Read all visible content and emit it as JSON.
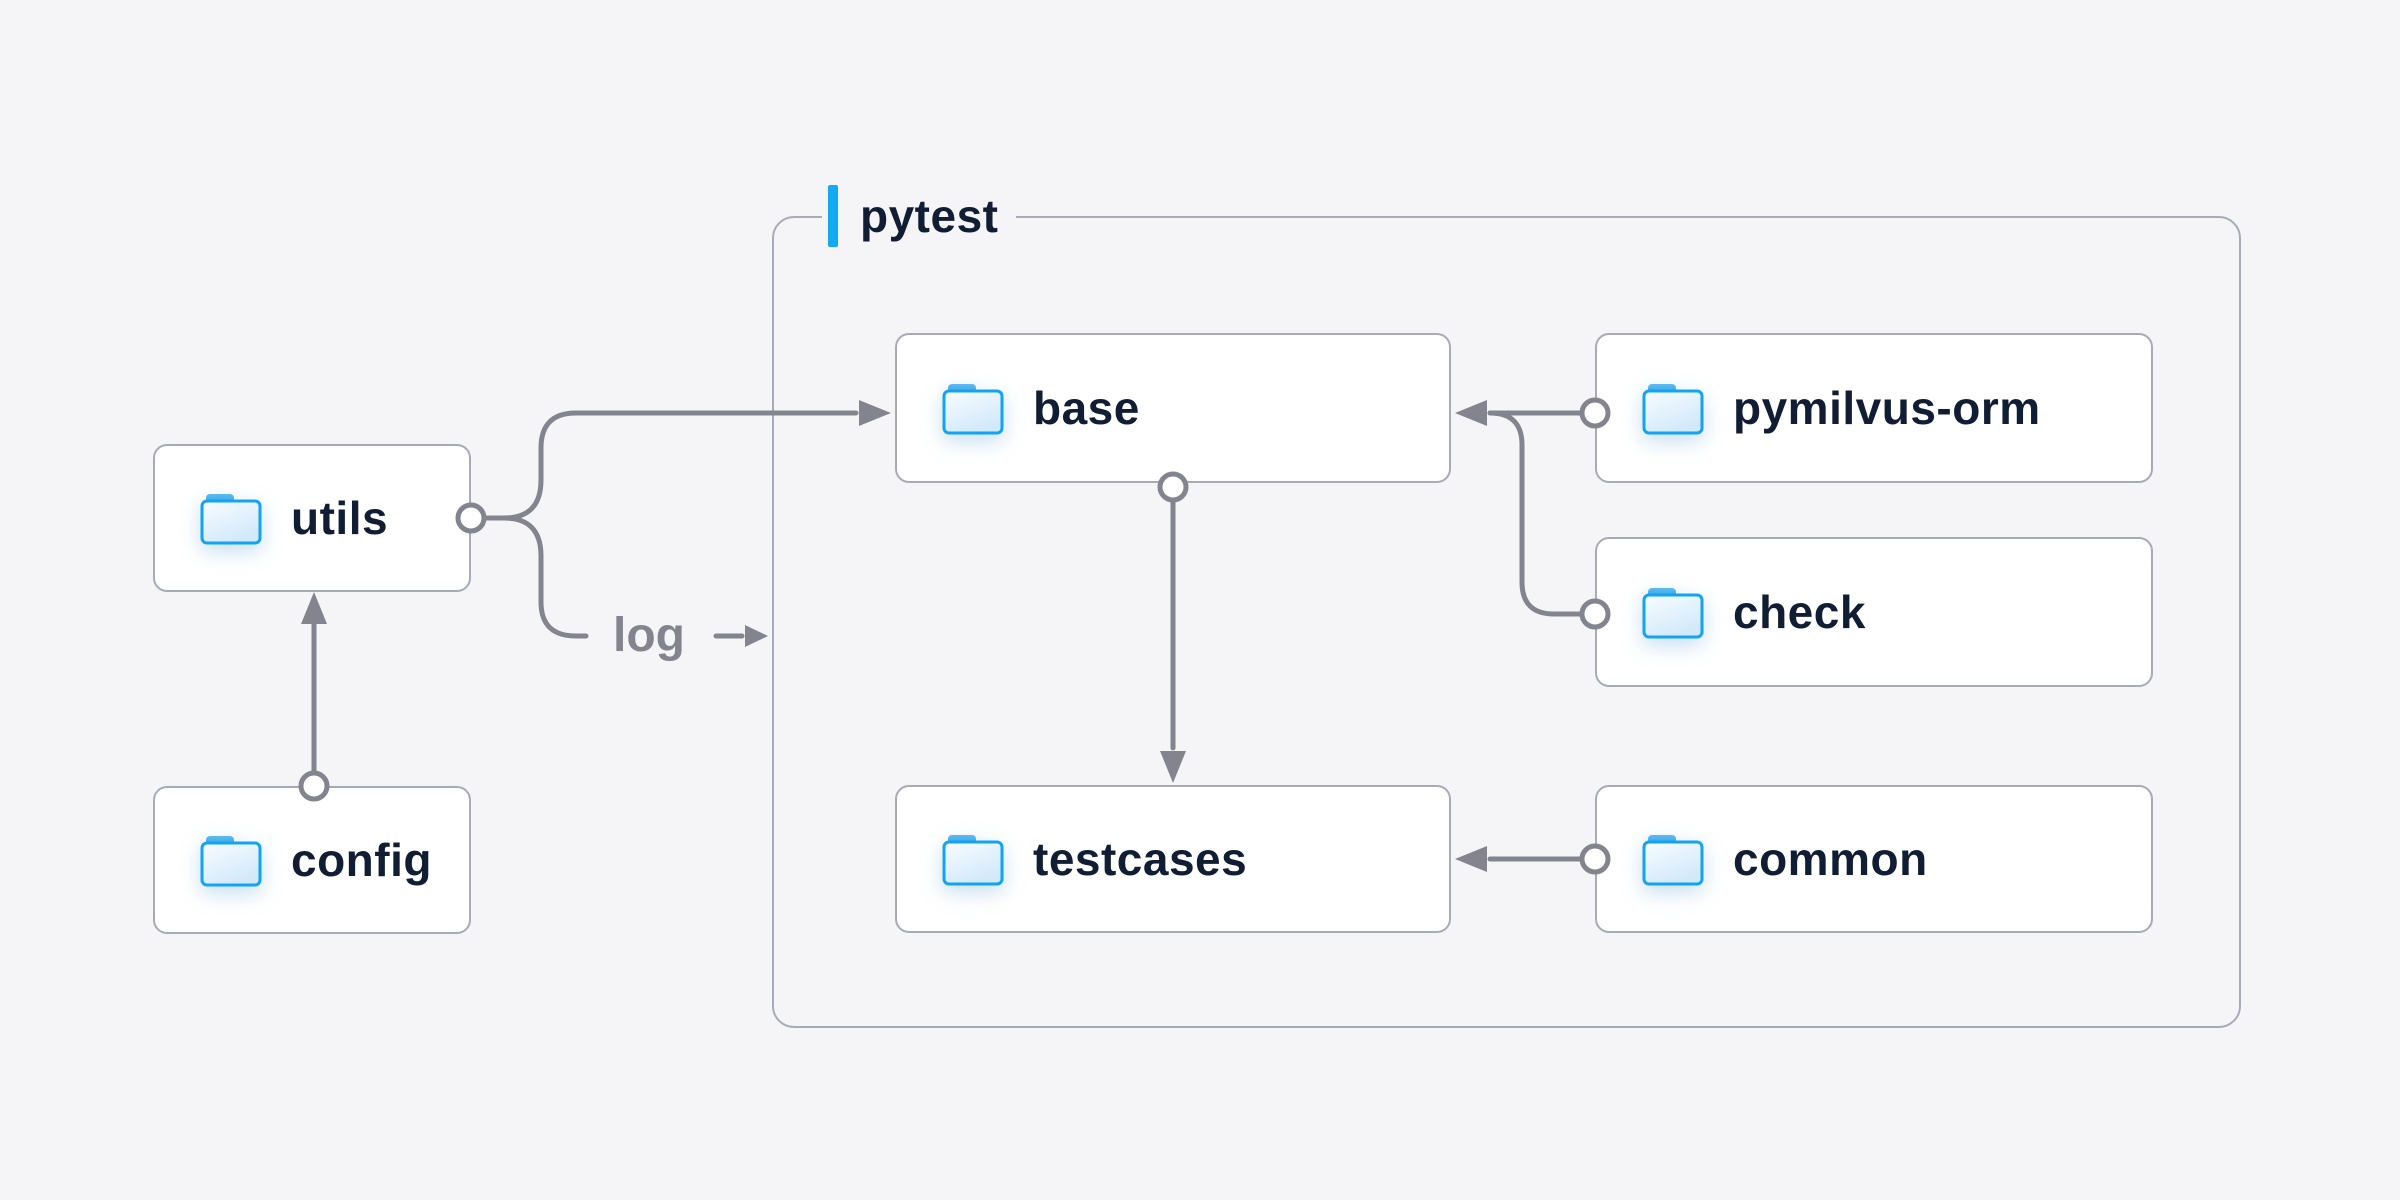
{
  "diagram": {
    "container": {
      "label": "pytest"
    },
    "log_label": "log",
    "nodes": {
      "utils": {
        "label": "utils"
      },
      "config": {
        "label": "config"
      },
      "base": {
        "label": "base"
      },
      "pymilvus-orm": {
        "label": "pymilvus-orm"
      },
      "check": {
        "label": "check"
      },
      "testcases": {
        "label": "testcases"
      },
      "common": {
        "label": "common"
      }
    },
    "edges": [
      {
        "from": "config",
        "to": "utils",
        "type": "arrow"
      },
      {
        "from": "utils",
        "to": "base",
        "type": "arrow"
      },
      {
        "from": "utils",
        "to": "log",
        "type": "labeled-arrow",
        "label": "log"
      },
      {
        "from": "base",
        "to": "testcases",
        "type": "arrow"
      },
      {
        "from": "pymilvus-orm",
        "to": "base",
        "type": "arrow"
      },
      {
        "from": "check",
        "to": "base",
        "type": "arrow"
      },
      {
        "from": "common",
        "to": "testcases",
        "type": "arrow"
      }
    ],
    "colors": {
      "background": "#f5f5f7",
      "node_background": "#ffffff",
      "node_border": "#a9aab7",
      "container_border": "#a9aab7",
      "connector_gray": "#84848f",
      "text_navy": "#101d33",
      "muted_text": "#84848f",
      "accent_blue": "#13a9f5",
      "folder_stroke": "#12a4f2"
    }
  }
}
